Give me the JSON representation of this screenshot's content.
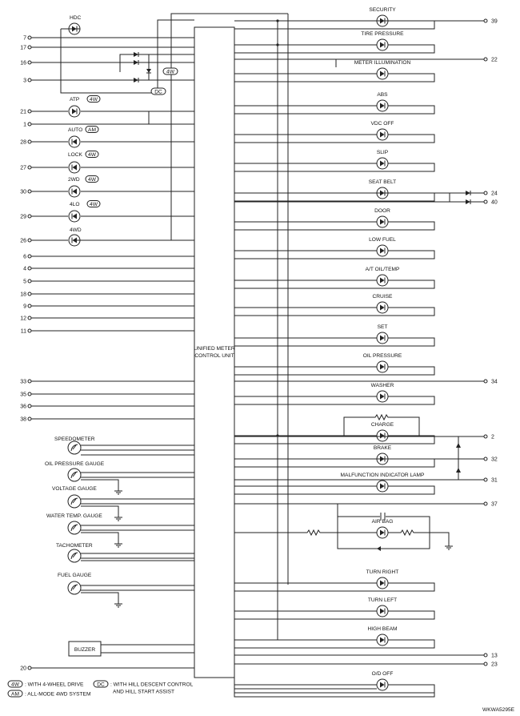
{
  "diagram": {
    "control_unit": {
      "line1": "UNIFIED METER",
      "line2": "CONTROL UNIT"
    },
    "left_pins": [
      "7",
      "17",
      "16",
      "3",
      "21",
      "1",
      "28",
      "27",
      "30",
      "29",
      "26",
      "6",
      "4",
      "5",
      "18",
      "9",
      "12",
      "11",
      "33",
      "35",
      "36",
      "38",
      "20"
    ],
    "right_pins": [
      "39",
      "22",
      "24",
      "40",
      "34",
      "2",
      "32",
      "31",
      "37",
      "13",
      "23"
    ],
    "lamps_left": [
      {
        "label": "HDC",
        "tag": ""
      },
      {
        "label": "ATP",
        "tag": "4W"
      },
      {
        "label": "AUTO",
        "tag": "AM"
      },
      {
        "label": "LOCK",
        "tag": "4W"
      },
      {
        "label": "2WD",
        "tag": "4W"
      },
      {
        "label": "4LO",
        "tag": "4W"
      },
      {
        "label": "4WD",
        "tag": ""
      }
    ],
    "tags_misc": [
      "4W",
      "DC"
    ],
    "gauges": [
      "SPEEDOMETER",
      "OIL PRESSURE GAUGE",
      "VOLTAGE GAUGE",
      "WATER TEMP. GAUGE",
      "TACHOMETER",
      "FUEL GAUGE"
    ],
    "buzzer": "BUZZER",
    "lamps_right": [
      "SECURITY",
      "TIRE PRESSURE",
      "METER ILLUMINATION",
      "ABS",
      "VDC OFF",
      "SLIP",
      "SEAT BELT",
      "DOOR",
      "LOW FUEL",
      "A/T OIL/TEMP",
      "CRUISE",
      "SET",
      "OIL PRESSURE",
      "WASHER",
      "CHARGE",
      "BRAKE",
      "MALFUNCTION INDICATOR LAMP",
      "AIR BAG",
      "TURN RIGHT",
      "TURN LEFT",
      "HIGH BEAM",
      "O/D OFF"
    ],
    "legend": [
      {
        "tag": "4W",
        "text": ": WITH 4-WHEEL DRIVE"
      },
      {
        "tag": "AM",
        "text": ": ALL-MODE 4WD SYSTEM"
      },
      {
        "tag": "DC",
        "text": ": WITH HILL DESCENT CONTROL"
      },
      {
        "tag": "",
        "text": "AND HILL START ASSIST"
      }
    ],
    "figure_id": "WKWA5295E"
  }
}
